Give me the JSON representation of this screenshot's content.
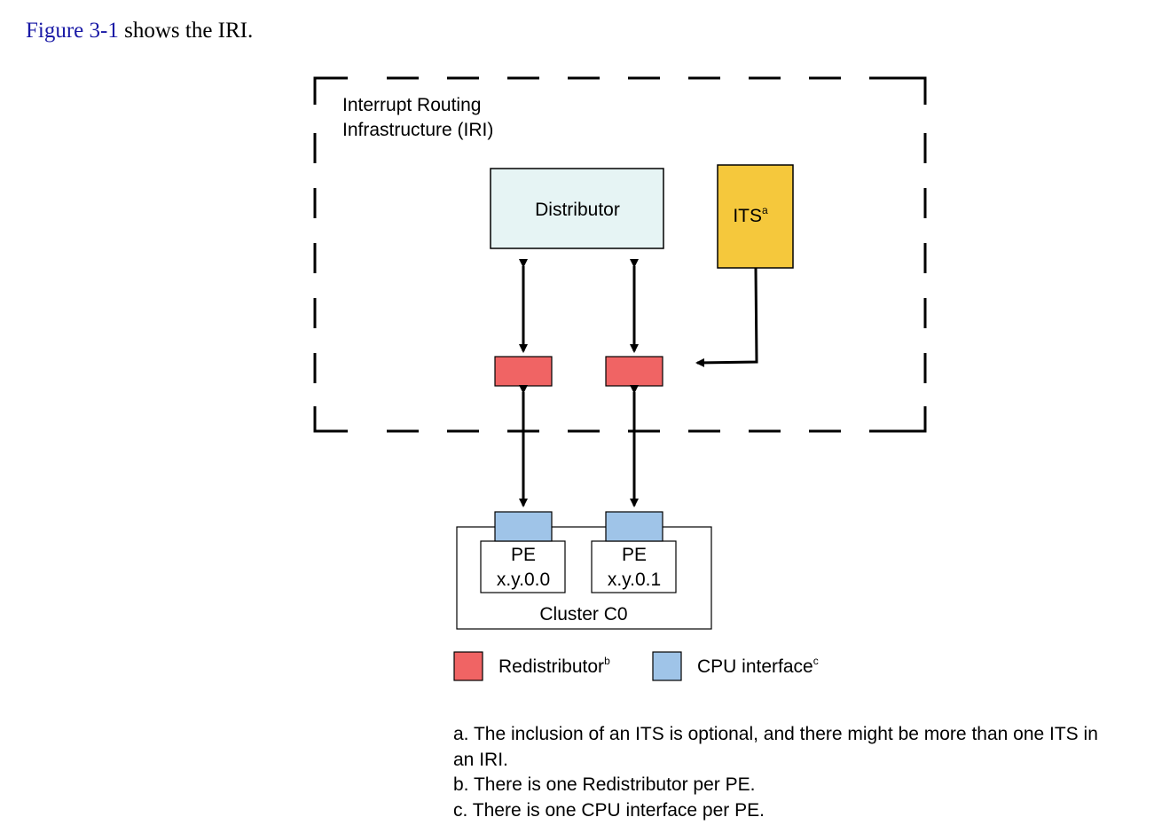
{
  "intro": {
    "link_text": "Figure 3-1",
    "rest_text": " shows the IRI."
  },
  "diagram": {
    "iri_label_line1": "Interrupt Routing",
    "iri_label_line2": "Infrastructure (IRI)",
    "distributor_label": "Distributor",
    "its_label": "ITS",
    "its_sup": "a",
    "pe0_line1": "PE",
    "pe0_line2": "x.y.0.0",
    "pe1_line1": "PE",
    "pe1_line2": "x.y.0.1",
    "cluster_label": "Cluster C0"
  },
  "legend": {
    "redistributor_label": "Redistributor",
    "redistributor_sup": "b",
    "cpu_interface_label": "CPU interface",
    "cpu_interface_sup": "c"
  },
  "notes": [
    "a. The inclusion of an ITS is optional, and there might be more than one ITS in an IRI.",
    "b. There is one Redistributor per PE.",
    "c. There is one CPU interface per PE."
  ],
  "colors": {
    "distributor_fill": "#e6f4f4",
    "its_fill": "#f5c83c",
    "redistributor_fill": "#f06464",
    "cpu_interface_fill": "#9fc4e8",
    "link": "#1a1aa6"
  }
}
